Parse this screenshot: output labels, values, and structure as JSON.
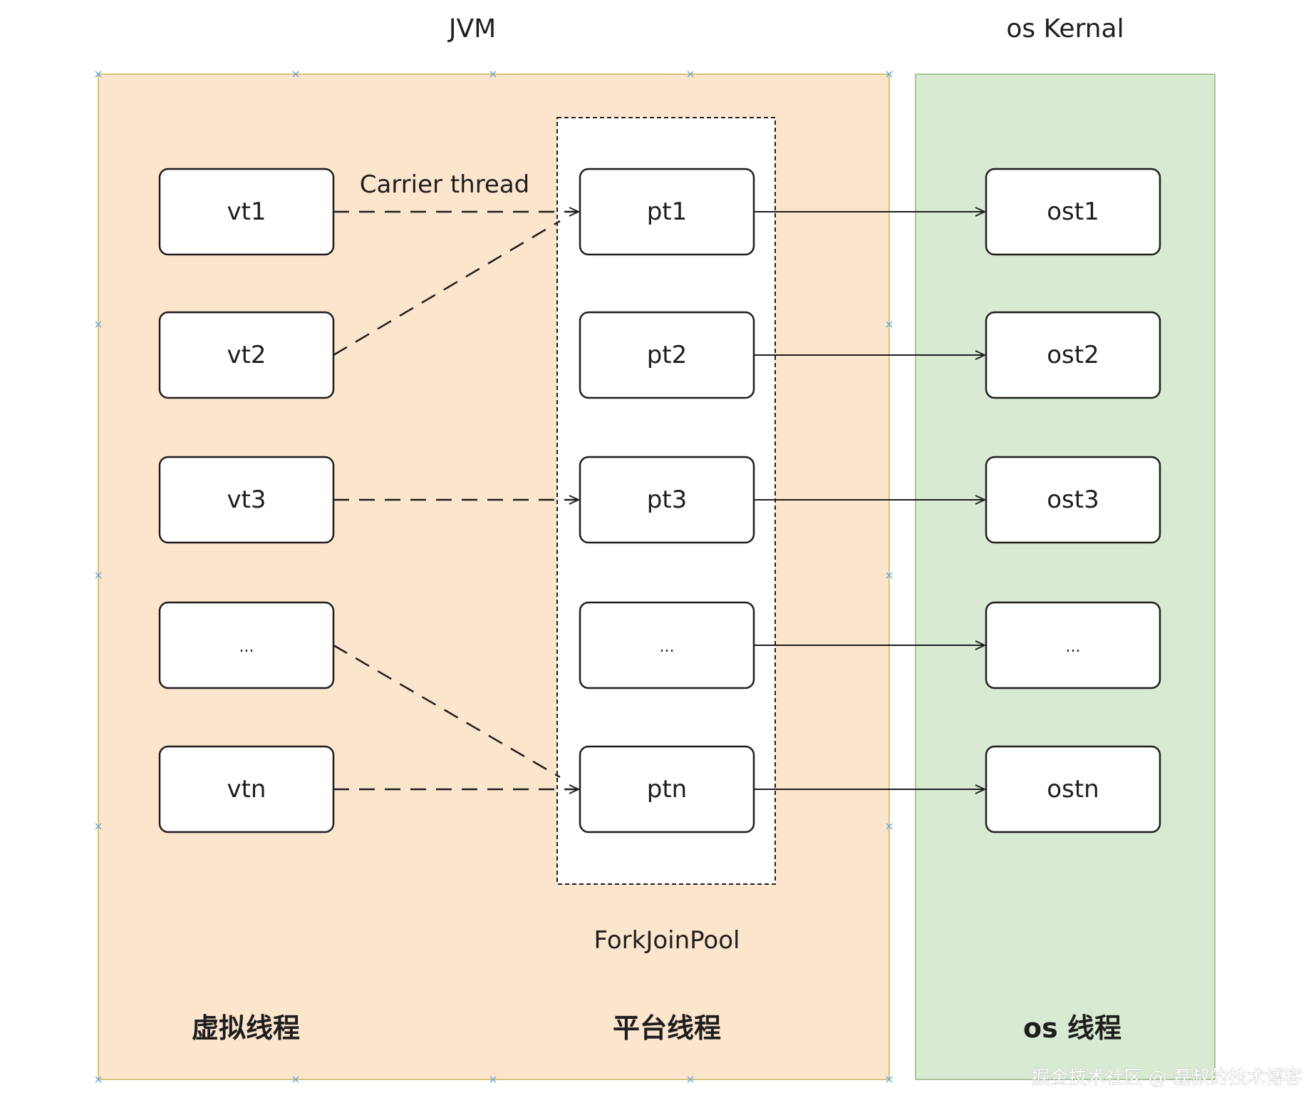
{
  "titles": {
    "jvm": "JVM",
    "os_kernel": "os Kernal"
  },
  "carrier_label": "Carrier thread",
  "pool_label": "ForkJoinPool",
  "group_labels": {
    "virtual": "虚拟线程",
    "platform": "平台线程",
    "os": "os 线程"
  },
  "virtual_threads": [
    "vt1",
    "vt2",
    "vt3",
    "...",
    "vtn"
  ],
  "platform_threads": [
    "pt1",
    "pt2",
    "pt3",
    "...",
    "ptn"
  ],
  "os_threads": [
    "ost1",
    "ost2",
    "ost3",
    "...",
    "ostn"
  ],
  "watermark": "掘金技术社区 @ 磊叔的技术博客",
  "colors": {
    "jvm_fill": "#fce5cd",
    "jvm_border": "#c9b458",
    "os_fill": "#d9ead3",
    "os_border": "#93b87f",
    "stroke": "#1e1e1e"
  }
}
